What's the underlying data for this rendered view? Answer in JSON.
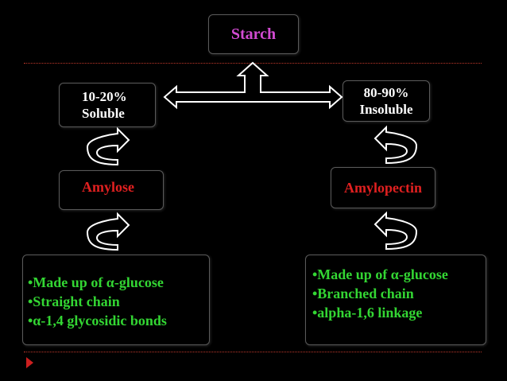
{
  "root": {
    "label": "Starch",
    "color": "#d24bd2"
  },
  "left": {
    "percent": "10-20%",
    "solubility": "Soluble",
    "name": "Amylose",
    "properties": [
      "•Made up of α-glucose",
      "•Straight chain",
      "•α-1,4 glycosidic bonds"
    ]
  },
  "right": {
    "percent": "80-90%",
    "solubility": "Insoluble",
    "name": "Amylopectin",
    "properties": [
      "•Made up of α-glucose",
      "•Branched  chain",
      "•alpha-1,6 linkage"
    ]
  },
  "colors": {
    "name_text": "#e02020",
    "property_text": "#33d633",
    "percent_text": "#ffffff",
    "divider": "#c0392b",
    "bullet_marker": "#cc1f1f"
  },
  "icons": [
    "double-arrow-icon",
    "curved-arrow-icon",
    "triangle-bullet-icon"
  ]
}
